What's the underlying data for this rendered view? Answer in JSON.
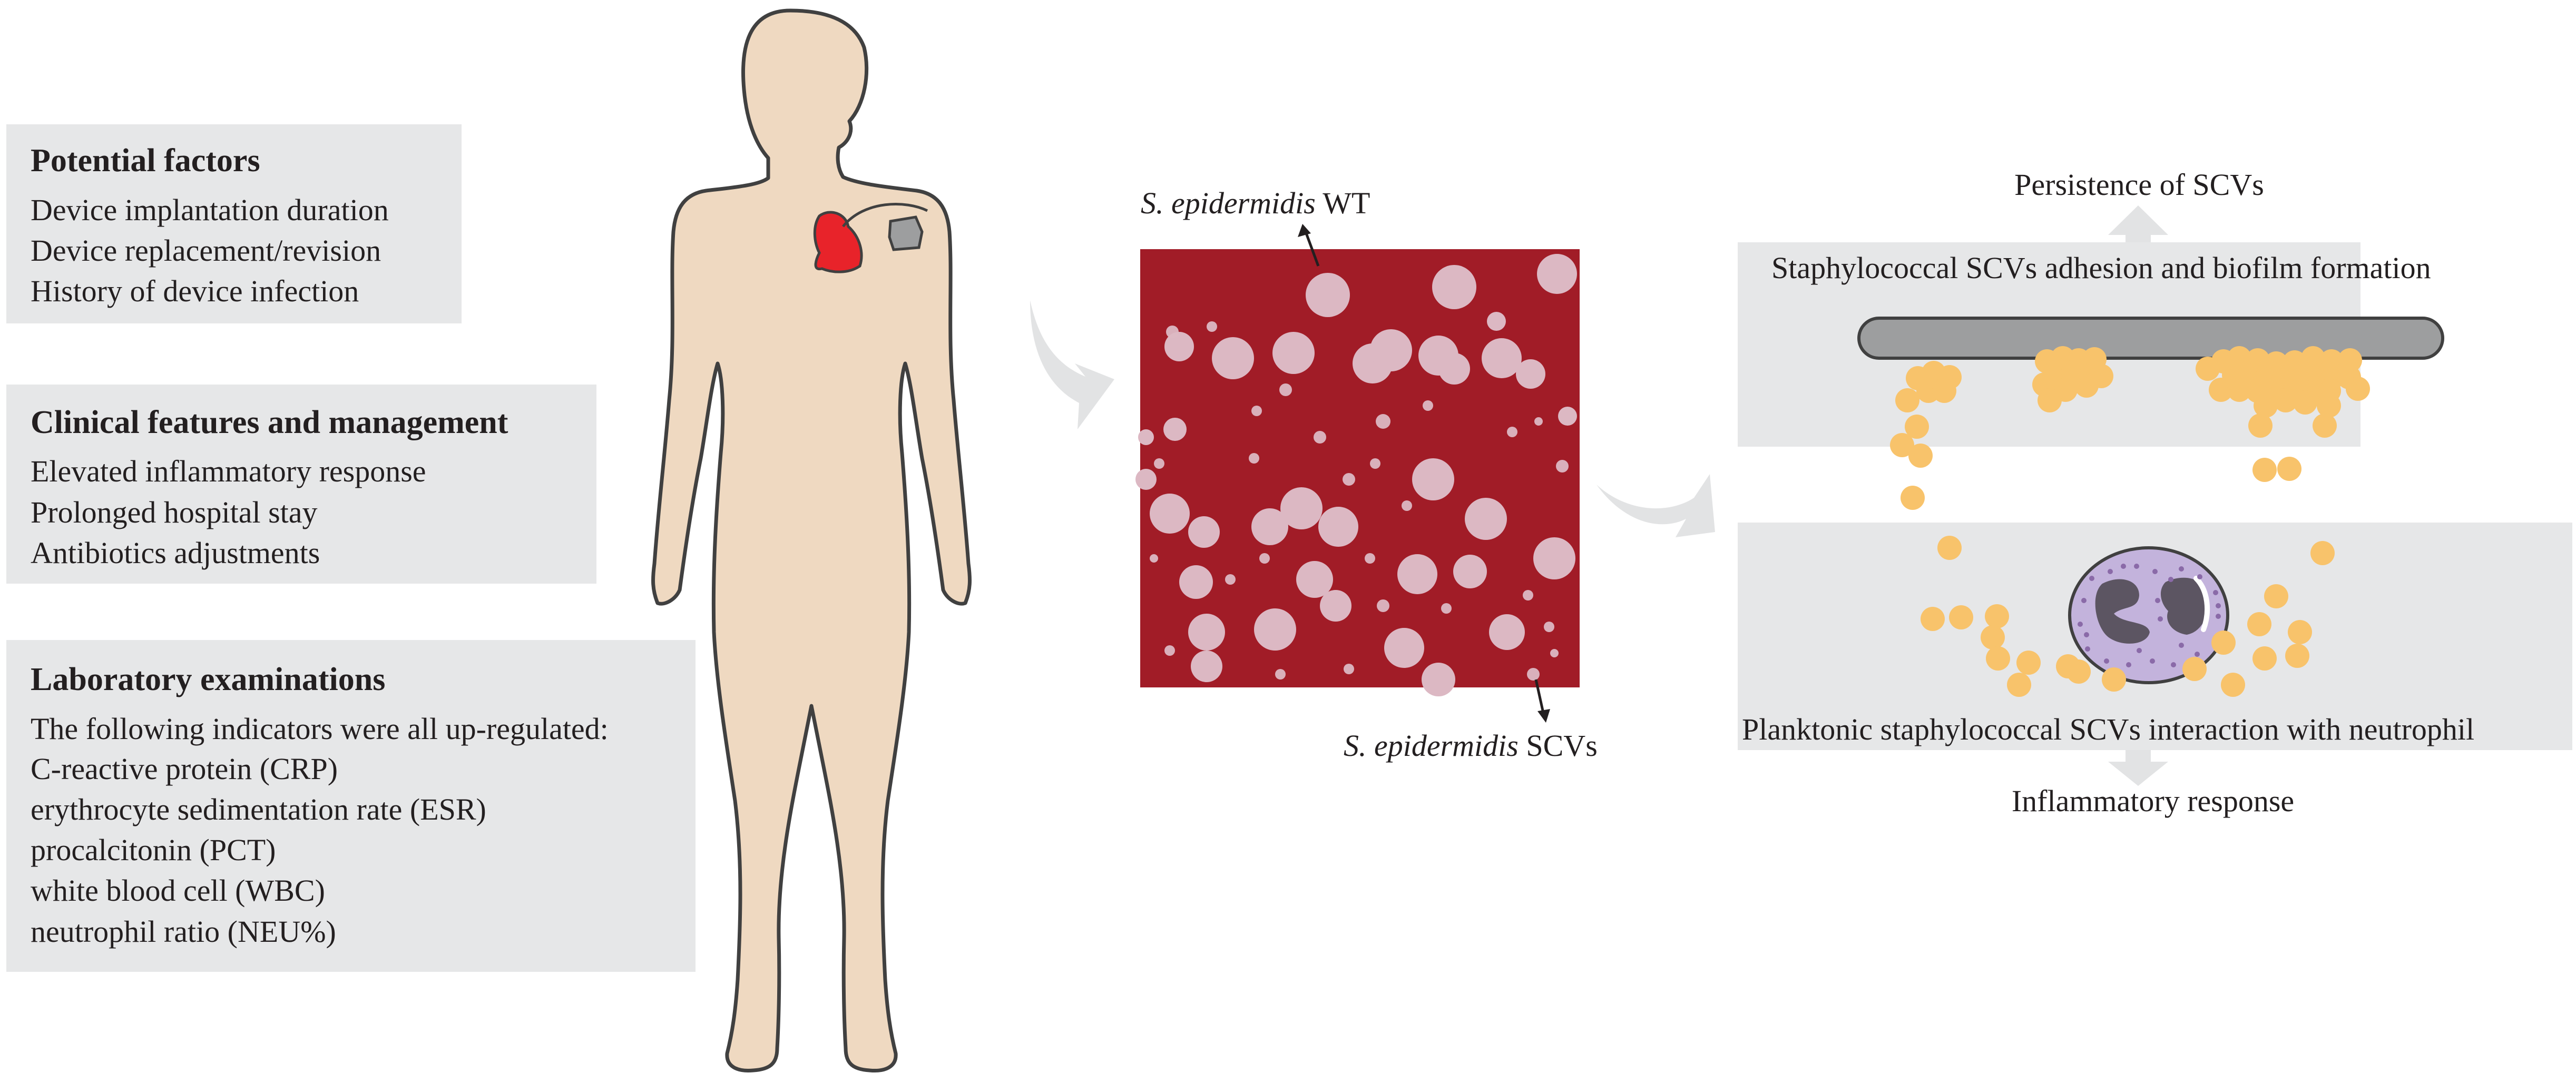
{
  "boxes": {
    "potential_factors": {
      "title": "Potential factors",
      "items": [
        "Device implantation duration",
        "Device replacement/revision",
        "History of device infection"
      ]
    },
    "clinical_features": {
      "title": "Clinical features and management",
      "items": [
        "Elevated inflammatory response",
        "Prolonged hospital stay",
        "Antibiotics adjustments"
      ]
    },
    "laboratory": {
      "title": "Laboratory examinations",
      "items": [
        "The following indicators were all up-regulated:",
        "C-reactive protein (CRP)",
        "erythrocyte sedimentation rate (ESR)",
        "procalcitonin (PCT)",
        "white blood cell (WBC)",
        "neutrophil ratio (NEU%)"
      ]
    }
  },
  "culture": {
    "wt_label": {
      "italic": "S. epidermidis",
      "rest": " WT"
    },
    "scv_label": {
      "italic": "S. epidermidis",
      "rest": " SCVs"
    }
  },
  "mechanisms": {
    "top_outcome": "Persistence of SCVs",
    "biofilm_title": "Staphylococcal SCVs adhesion and biofilm formation",
    "neutrophil_title": "Planktonic staphylococcal SCVs interaction with neutrophil",
    "bottom_outcome": "Inflammatory response"
  },
  "colors": {
    "panel_gray": "#e6e7e8",
    "skin": "#efd9c1",
    "heart_red": "#e8232a",
    "agar_red": "#a11c27",
    "colony": "#dcb8c3",
    "bacteria": "#f8c36b",
    "neutrophil": "#c3b3dc",
    "nucleus": "#5c5562",
    "arrow_gray": "#e2e3e4"
  }
}
